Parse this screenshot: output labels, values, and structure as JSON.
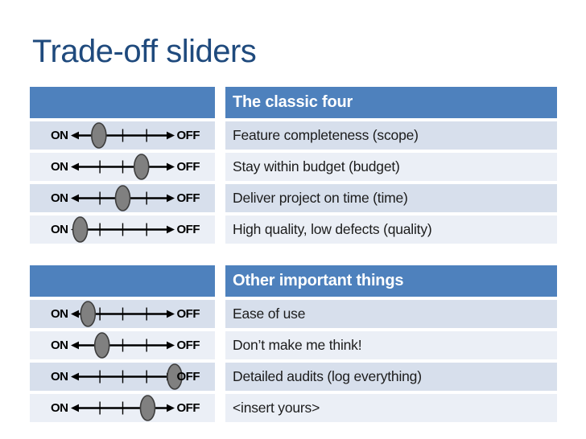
{
  "slide": {
    "title": "Trade-off sliders",
    "colors": {
      "title_text": "#1F4A7D",
      "header_bg": "#4E81BD",
      "header_text": "#FFFFFF",
      "band_dark": "#D7DFEC",
      "band_light": "#EBEFF6",
      "body_text": "#1C1C1C",
      "slider_line": "#000000",
      "tick_color": "#000000",
      "knob_fill": "#808080",
      "knob_stroke": "#3D3D3D"
    },
    "slider": {
      "on_label": "ON",
      "off_label": "OFF",
      "tick_fractions": [
        0.28,
        0.5,
        0.73
      ]
    },
    "tables": [
      {
        "header": "The classic four",
        "rows": [
          {
            "label": "Feature completeness (scope)",
            "knob_position": 0.27
          },
          {
            "label": "Stay within budget (budget)",
            "knob_position": 0.68
          },
          {
            "label": "Deliver project on time (time)",
            "knob_position": 0.5
          },
          {
            "label": "High quality, low defects (quality)",
            "knob_position": 0.09
          }
        ]
      },
      {
        "header": "Other important things",
        "rows": [
          {
            "label": "Ease of use",
            "knob_position": 0.165
          },
          {
            "label": "Don’t make me think!",
            "knob_position": 0.3
          },
          {
            "label": "Detailed audits (log everything)",
            "knob_position": 1.0
          },
          {
            "label": "<insert yours>",
            "knob_position": 0.74
          }
        ]
      }
    ]
  }
}
